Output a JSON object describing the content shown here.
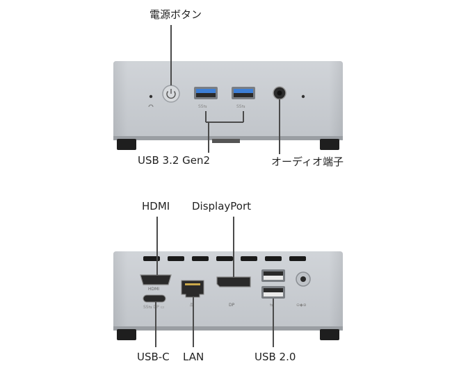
{
  "front": {
    "power_button": "電源ボタン",
    "usb_a": "USB 3.2 Gen2",
    "audio": "オーディオ端子"
  },
  "rear": {
    "hdmi": "HDMI",
    "displayport": "DisplayPort",
    "usb_c": "USB-C",
    "lan": "LAN",
    "usb2": "USB 2.0",
    "hdmi_port_text": "HDMI",
    "dp_port_text": "DP"
  },
  "colors": {
    "chassis": "#c9cdd2",
    "usb3_blue": "#3d7fd6"
  }
}
